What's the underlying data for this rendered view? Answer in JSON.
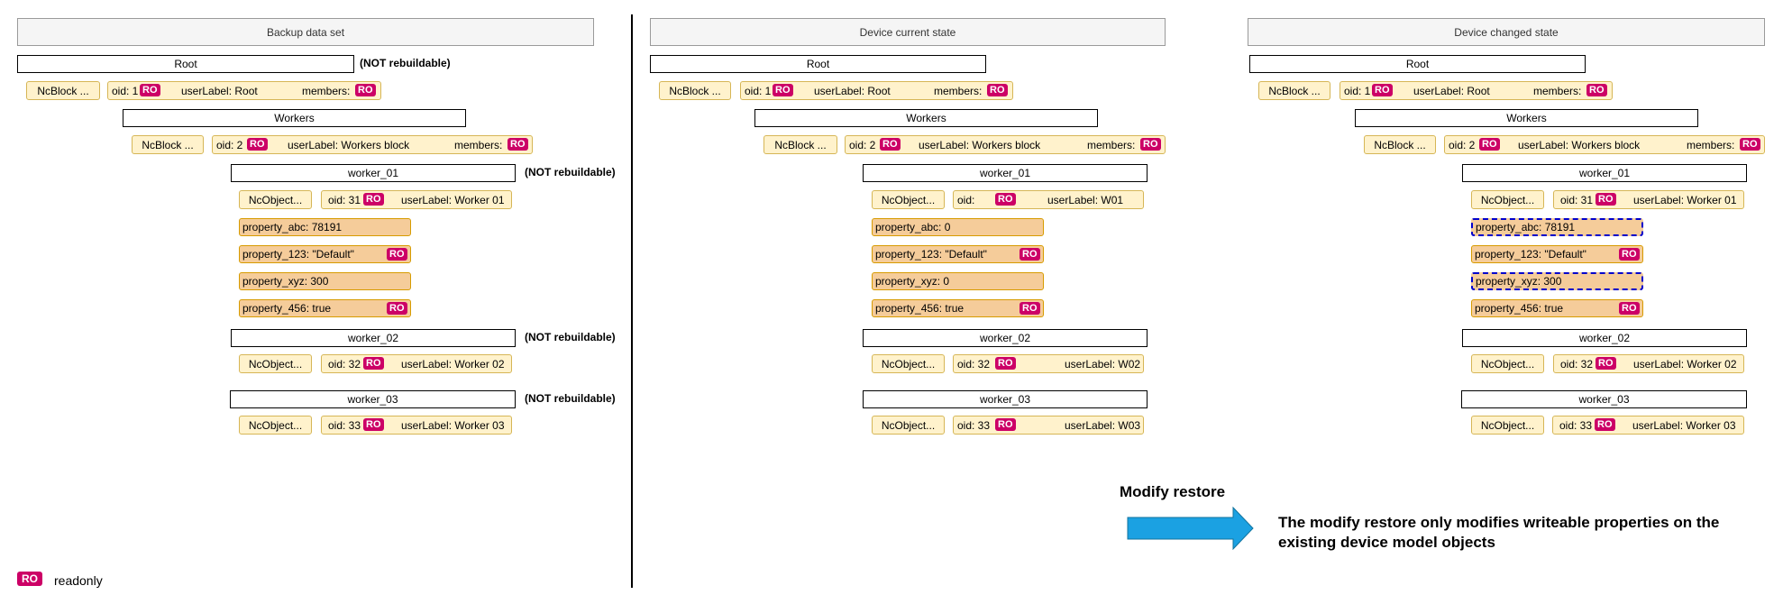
{
  "panels": [
    {
      "title": "Backup data set",
      "root": {
        "name": "Root",
        "rebuild_note": "(NOT rebuildable)",
        "class_label": "NcBlock ...",
        "oid": "oid: 1",
        "user_label": "userLabel: Root",
        "members": "members:"
      },
      "workers_block": {
        "name": "Workers",
        "class_label": "NcBlock ...",
        "oid": "oid: 2",
        "user_label": "userLabel: Workers block",
        "members": "members:"
      },
      "worker_01": {
        "name": "worker_01",
        "rebuild_note": "(NOT rebuildable)",
        "class_label": "NcObject...",
        "oid": "oid: 31",
        "user_label": "userLabel: Worker 01",
        "properties": [
          {
            "text": "property_abc: 78191"
          },
          {
            "text": "property_123: \"Default\""
          },
          {
            "text": "property_xyz: 300"
          },
          {
            "text": "property_456: true"
          }
        ]
      },
      "worker_02": {
        "name": "worker_02",
        "rebuild_note": "(NOT rebuildable)",
        "class_label": "NcObject...",
        "oid": "oid: 32",
        "user_label": "userLabel: Worker 02"
      },
      "worker_03": {
        "name": "worker_03",
        "rebuild_note": "(NOT rebuildable)",
        "class_label": "NcObject...",
        "oid": "oid: 33",
        "user_label": "userLabel: Worker 03"
      }
    },
    {
      "title": "Device current state",
      "root": {
        "name": "Root",
        "class_label": "NcBlock ...",
        "oid": "oid: 1",
        "user_label": "userLabel: Root",
        "members": "members:"
      },
      "workers_block": {
        "name": "Workers",
        "class_label": "NcBlock ...",
        "oid": "oid: 2",
        "user_label": "userLabel: Workers block",
        "members": "members:"
      },
      "worker_01": {
        "name": "worker_01",
        "class_label": "NcObject...",
        "oid": "oid:",
        "user_label": "userLabel: W01",
        "properties": [
          {
            "text": "property_abc: 0"
          },
          {
            "text": "property_123: \"Default\""
          },
          {
            "text": "property_xyz: 0"
          },
          {
            "text": "property_456: true"
          }
        ]
      },
      "worker_02": {
        "name": "worker_02",
        "class_label": "NcObject...",
        "oid": "oid: 32",
        "user_label": "userLabel: W02"
      },
      "worker_03": {
        "name": "worker_03",
        "class_label": "NcObject...",
        "oid": "oid: 33",
        "user_label": "userLabel: W03"
      }
    },
    {
      "title": "Device changed state",
      "root": {
        "name": "Root",
        "class_label": "NcBlock ...",
        "oid": "oid: 1",
        "user_label": "userLabel: Root",
        "members": "members:"
      },
      "workers_block": {
        "name": "Workers",
        "class_label": "NcBlock ...",
        "oid": "oid: 2",
        "user_label": "userLabel: Workers block",
        "members": "members:"
      },
      "worker_01": {
        "name": "worker_01",
        "class_label": "NcObject...",
        "oid": "oid: 31",
        "user_label": "userLabel: Worker 01",
        "properties": [
          {
            "text": "property_abc: 78191"
          },
          {
            "text": "property_123: \"Default\""
          },
          {
            "text": "property_xyz: 300"
          },
          {
            "text": "property_456: true"
          }
        ]
      },
      "worker_02": {
        "name": "worker_02",
        "class_label": "NcObject...",
        "oid": "oid: 32",
        "user_label": "userLabel: Worker 02"
      },
      "worker_03": {
        "name": "worker_03",
        "class_label": "NcObject...",
        "oid": "oid: 33",
        "user_label": "userLabel: Worker 03"
      }
    }
  ],
  "ro_badge": "RO",
  "legend": {
    "badge": "RO",
    "text": "readonly"
  },
  "modify": {
    "title": "Modify restore",
    "description": "The modify restore only modifies writeable properties on the existing device model objects"
  },
  "colors": {
    "header_fill": "#f5f5f5",
    "pill_fill": "#fff2cc",
    "pill_border": "#d6b656",
    "property_fill": "#f5cc9a",
    "property_border": "#d79b00",
    "ro_badge": "#cc0066",
    "changed_dash": "#0000cc",
    "arrow_fill": "#1ba1e2"
  }
}
